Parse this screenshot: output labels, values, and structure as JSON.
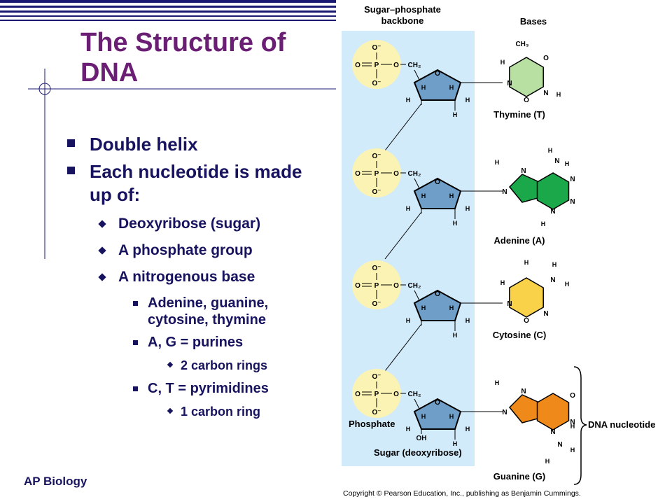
{
  "slide": {
    "title": "The Structure of DNA",
    "footer": "AP Biology"
  },
  "bullets": [
    {
      "text": "Double helix"
    },
    {
      "text": "Each nucleotide is made up of:"
    },
    {
      "text": "Deoxyribose (sugar)"
    },
    {
      "text": "A phosphate group"
    },
    {
      "text": "A nitrogenous base"
    },
    {
      "text": "Adenine, guanine, cytosine, thymine"
    },
    {
      "text": "A, G = purines"
    },
    {
      "text": "2 carbon rings"
    },
    {
      "text": "C, T = pyrimidines"
    },
    {
      "text": "1 carbon ring"
    }
  ],
  "figure": {
    "col_backbone": "Sugar–phosphate backbone",
    "col_bases": "Bases",
    "bases": [
      "Thymine (T)",
      "Adenine (A)",
      "Cytosine (C)",
      "Guanine (G)"
    ],
    "label_phosphate": "Phosphate",
    "label_sugar": "Sugar (deoxyribose)",
    "label_nucleotide": "DNA nucleotide",
    "copyright": "Copyright © Pearson Education, Inc., publishing as Benjamin Cummings.",
    "atoms": {
      "o": "O",
      "o_minus": "O⁻",
      "p": "P",
      "ch2": "CH₂",
      "h": "H",
      "n": "N",
      "ch3": "CH₃",
      "oh": "OH"
    }
  },
  "colors": {
    "title": "#6b1f74",
    "text": "#17135e",
    "backbone_band": "#d2ebfa",
    "phosphate": "#fbf3b3",
    "sugar": "#6f9fc8",
    "thymine": "#b8e0a3",
    "adenine": "#1aa84a",
    "cytosine": "#f9d24a",
    "guanine": "#ef8a1a"
  }
}
